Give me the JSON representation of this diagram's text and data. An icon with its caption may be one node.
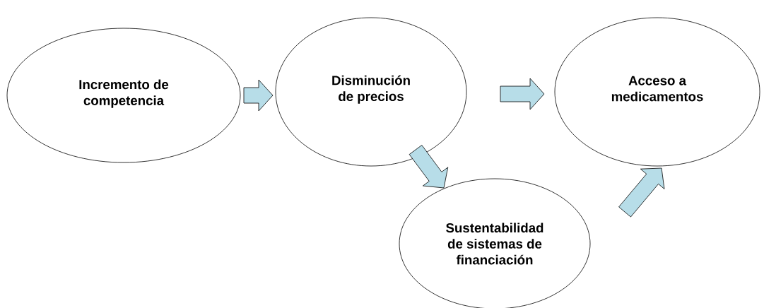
{
  "diagram": {
    "nodes": [
      {
        "text": [
          "Incremento de competencia"
        ]
      },
      {
        "text": [
          "Disminución de precios"
        ]
      },
      {
        "text": [
          "Acceso a medicamentos"
        ]
      },
      {
        "text": [
          "Sustentabilidad de sistemas de financiación"
        ]
      }
    ],
    "edges": [
      {
        "from": 0,
        "to": 1,
        "arrow": "to"
      },
      {
        "from": 1,
        "to": 2,
        "arrow": "to"
      },
      {
        "from": 1,
        "to": 3,
        "arrow": "to"
      },
      {
        "from": 3,
        "to": 2,
        "arrow": "to"
      }
    ]
  }
}
